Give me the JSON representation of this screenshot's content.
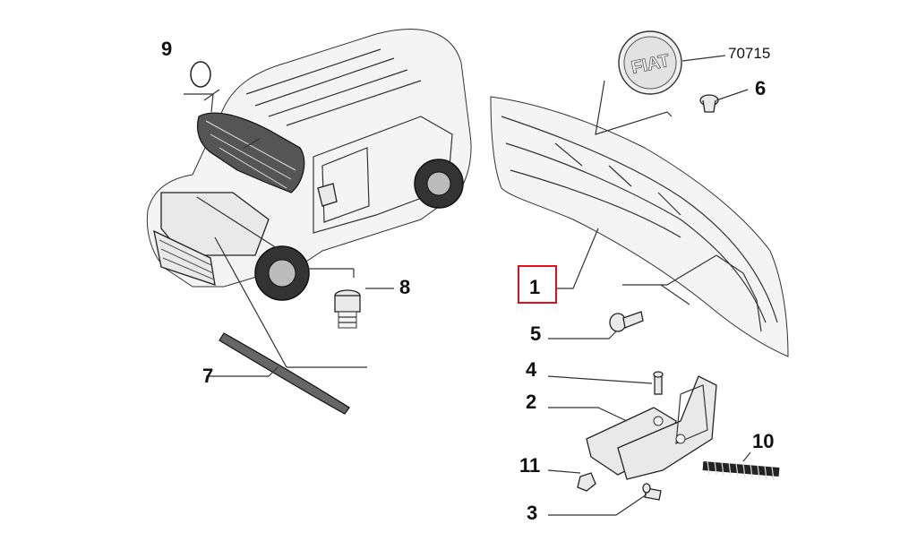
{
  "callouts": {
    "c1": "1",
    "c2": "2",
    "c3": "3",
    "c4": "4",
    "c5": "5",
    "c6": "6",
    "c7": "7",
    "c8": "8",
    "c9": "9",
    "c10": "10",
    "c11": "11",
    "c70715": "70715"
  },
  "logo_text": "FIAT",
  "colors": {
    "highlight": "#e0101a",
    "line": "#222222"
  }
}
